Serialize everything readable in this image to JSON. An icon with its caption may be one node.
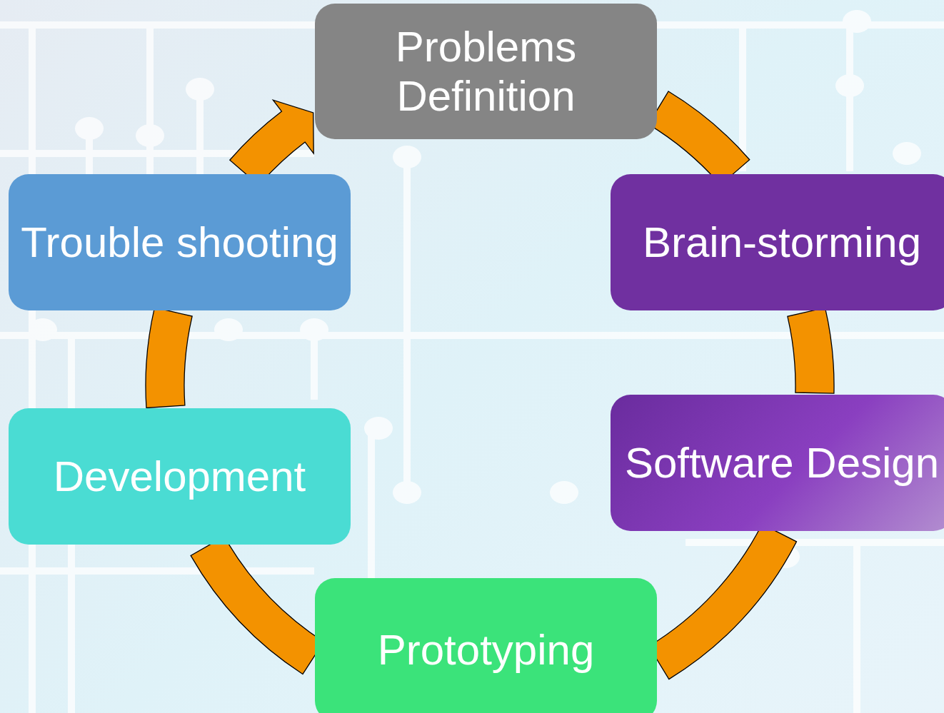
{
  "diagram": {
    "nodes": [
      {
        "text": [
          "Problems Definition"
        ]
      },
      {
        "text": [
          "Brain-storming"
        ]
      },
      {
        "text": [
          "Software Design"
        ]
      },
      {
        "text": [
          "Prototyping"
        ]
      },
      {
        "text": [
          "Development"
        ]
      },
      {
        "text": [
          "Trouble shooting"
        ]
      }
    ],
    "edges": [
      {
        "from": 0,
        "to": 1,
        "arrow": "none"
      },
      {
        "from": 1,
        "to": 2,
        "arrow": "none"
      },
      {
        "from": 2,
        "to": 3,
        "arrow": "none"
      },
      {
        "from": 3,
        "to": 4,
        "arrow": "none"
      },
      {
        "from": 4,
        "to": 5,
        "arrow": "none"
      },
      {
        "from": 5,
        "to": 0,
        "arrow": "to"
      }
    ]
  }
}
